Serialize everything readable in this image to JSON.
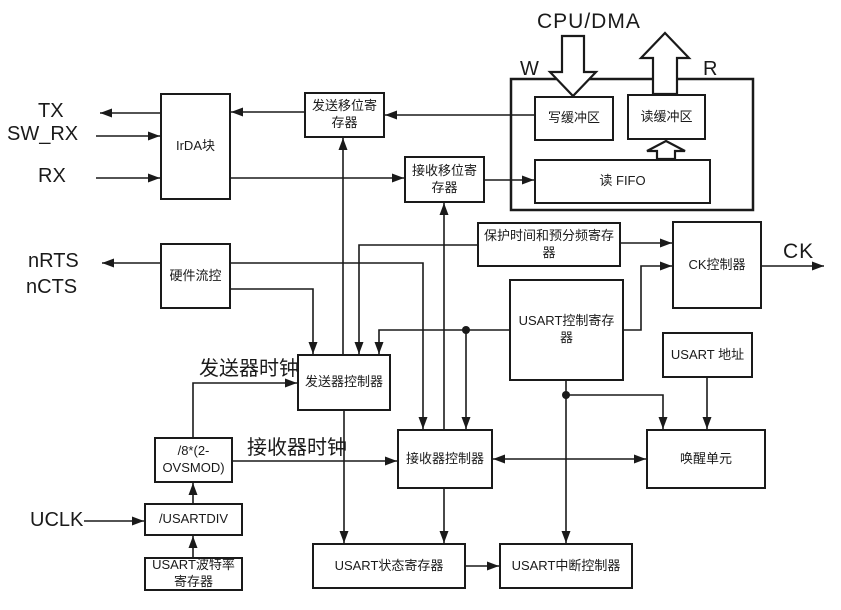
{
  "diagram_title": "CPU/DMA",
  "ports": {
    "tx": "TX",
    "sw_rx": "SW_RX",
    "rx": "RX",
    "nrts": "nRTS",
    "ncts": "nCTS",
    "uclk": "UCLK",
    "ck": "CK",
    "write_side": "W",
    "read_side": "R"
  },
  "clocks": {
    "transmitter": "发送器时钟",
    "receiver": "接收器时钟"
  },
  "blocks": {
    "irda": "IrDA块",
    "tx_shift_reg": "发送移位寄存器",
    "rx_shift_reg": "接收移位寄存器",
    "write_buffer": "写缓冲区",
    "read_buffer": "读缓冲区",
    "read_fifo": "读 FIFO",
    "hw_flow_ctrl": "硬件流控",
    "guard_time_prescaler": "保护时间和预分频寄存器",
    "ck_controller": "CK控制器",
    "usart_ctrl_reg": "USART控制寄存器",
    "usart_address": "USART 地址",
    "tx_controller": "发送器控制器",
    "rx_controller": "接收器控制器",
    "wakeup_unit": "唤醒单元",
    "ovsmod_divider": "/8*(2-OVSMOD)",
    "usartdiv_divider": "/USARTDIV",
    "baud_rate_reg": "USART波特率寄存器",
    "status_reg": "USART状态寄存器",
    "interrupt_ctrl": "USART中断控制器"
  },
  "colors": {
    "line": "#1a1a1a",
    "background": "#ffffff"
  }
}
